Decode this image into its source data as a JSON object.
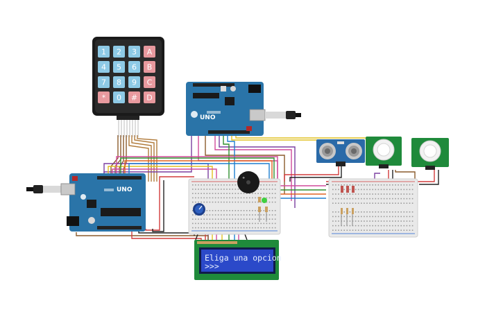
{
  "keypad": {
    "keys": [
      [
        "1",
        "2",
        "3",
        "A"
      ],
      [
        "4",
        "5",
        "6",
        "B"
      ],
      [
        "7",
        "8",
        "9",
        "C"
      ],
      [
        "*",
        "0",
        "#",
        "D"
      ]
    ],
    "colors": {
      "numeric": "#8ecae6",
      "letter": "#e8999e"
    }
  },
  "lcd": {
    "line1": "Eliga una opcion",
    "line2": ">>>"
  },
  "arduino_top": {
    "label": "UNO"
  },
  "arduino_left": {
    "label": "UNO"
  },
  "colors": {
    "arduino_board": "#2a74a8",
    "breadboard": "#e9e9e9",
    "lcd_screen": "#2b49c9",
    "sensor_pcb": "#1f8a3b",
    "ultrasonic_pcb": "#2a6aa8"
  }
}
